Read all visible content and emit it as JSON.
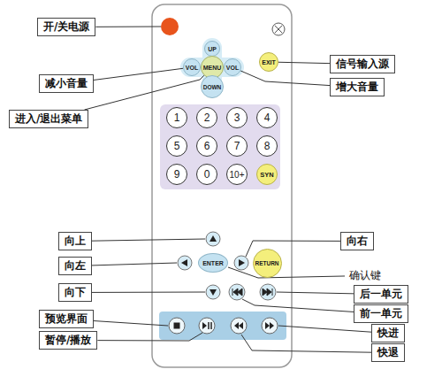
{
  "diagram": {
    "nodes": [
      {
        "text": [
          "开/关电源"
        ]
      },
      {
        "text": [
          "减小音量"
        ]
      },
      {
        "text": [
          "信号输入源"
        ]
      },
      {
        "text": [
          "增大音量"
        ]
      },
      {
        "text": [
          "进入/退出菜单"
        ]
      },
      {
        "text": [
          "UP"
        ]
      },
      {
        "text": [
          "VOL"
        ]
      },
      {
        "text": [
          "MENU"
        ]
      },
      {
        "text": [
          "VOL"
        ]
      },
      {
        "text": [
          "EXIT"
        ]
      },
      {
        "text": [
          "DOWN"
        ]
      },
      {
        "text": [
          "1"
        ]
      },
      {
        "text": [
          "2"
        ]
      },
      {
        "text": [
          "3"
        ]
      },
      {
        "text": [
          "4"
        ]
      },
      {
        "text": [
          "5"
        ]
      },
      {
        "text": [
          "6"
        ]
      },
      {
        "text": [
          "7"
        ]
      },
      {
        "text": [
          "8"
        ]
      },
      {
        "text": [
          "9"
        ]
      },
      {
        "text": [
          "0"
        ]
      },
      {
        "text": [
          "10+"
        ]
      },
      {
        "text": [
          "SYN"
        ]
      },
      {
        "text": [
          "向上"
        ]
      },
      {
        "text": [
          "向右"
        ]
      },
      {
        "text": [
          "向左"
        ]
      },
      {
        "text": [
          "ENTER"
        ]
      },
      {
        "text": [
          "RETURN"
        ]
      },
      {
        "text": [
          "向下"
        ]
      },
      {
        "text": [
          "后一单元"
        ]
      },
      {
        "text": [
          "前一单元"
        ]
      },
      {
        "text": [
          "预览界面"
        ]
      },
      {
        "text": [
          "快进"
        ]
      },
      {
        "text": [
          "暂停/播放"
        ]
      },
      {
        "text": [
          "快退"
        ]
      }
    ],
    "edges": [
      {
        "from": 1,
        "to": 6,
        "arrow": "none"
      },
      {
        "from": 4,
        "to": 7,
        "arrow": "none"
      },
      {
        "from": 2,
        "to": 9,
        "arrow": "none"
      },
      {
        "from": 3,
        "to": 8,
        "arrow": "none"
      }
    ],
    "labels": [
      "确认键"
    ]
  }
}
